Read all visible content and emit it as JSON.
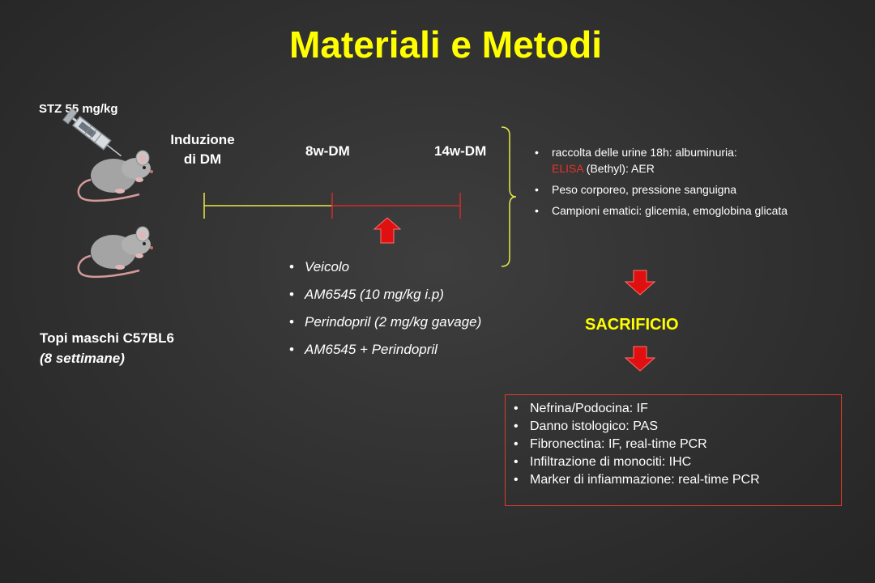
{
  "title": "Materiali e Metodi",
  "stz_label": "STZ 55 mg/kg",
  "induction_label_line1": "Induzione",
  "induction_label_line2": "di DM",
  "timepoint_8w": "8w-DM",
  "timepoint_14w": "14w-DM",
  "mice_label_line1": "Topi maschi C57BL6",
  "mice_label_line2": "(8 settimane)",
  "treatments": [
    "Veicolo",
    "AM6545 (10 mg/kg i.p)",
    "Perindopril (2 mg/kg gavage)",
    "AM6545 + Perindopril"
  ],
  "measurements": {
    "item1_prefix": "raccolta delle urine 18h: albuminuria:",
    "item1_highlight": "ELISA",
    "item1_suffix": " (Bethyl): AER",
    "item2": "Peso corporeo, pressione sanguigna",
    "item3": "Campioni ematici: glicemia, emoglobina glicata"
  },
  "sacrificio_label": "SACRIFICIO",
  "results": [
    "Nefrina/Podocina: IF",
    "Danno istologico: PAS",
    "Fibronectina: IF, real-time PCR",
    "Infiltrazione di monociti: IHC",
    "Marker di infiammazione: real-time PCR"
  ],
  "bullet_char": "•",
  "colors": {
    "title": "#ffff00",
    "timeline_phase1": "#e8e84a",
    "timeline_phase2": "#d42a2a",
    "bracket": "#e8e84a",
    "arrow": "#e01010",
    "highlight_text": "#e8322a",
    "results_border": "#e03a2a"
  }
}
